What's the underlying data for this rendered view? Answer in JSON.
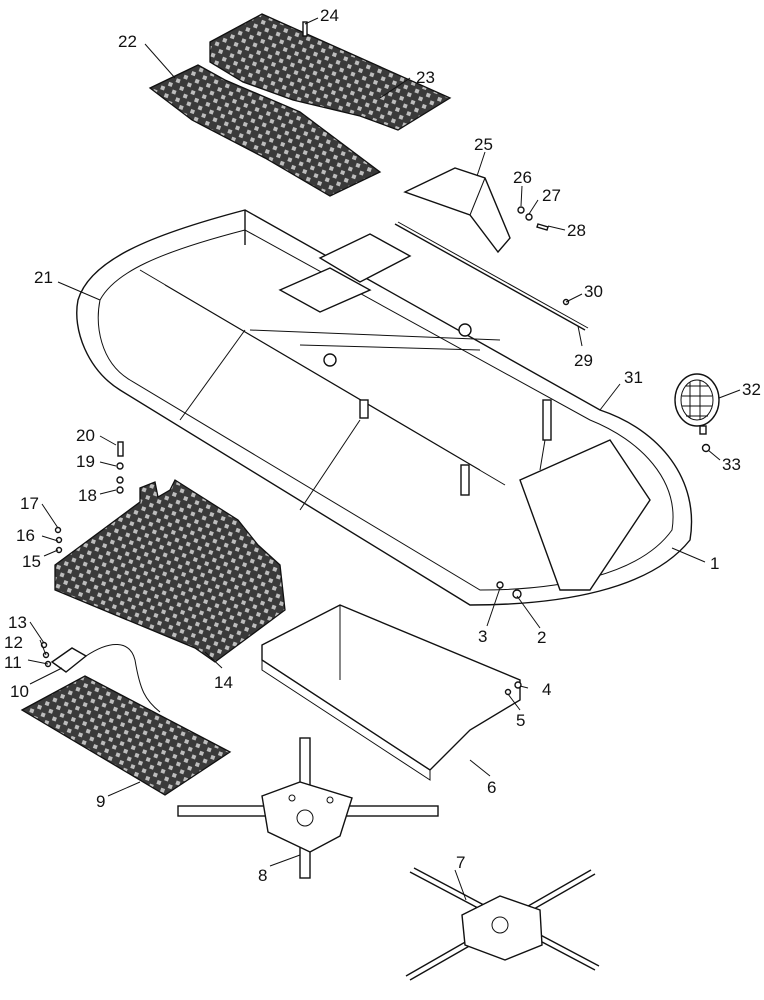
{
  "colors": {
    "line": "#111111",
    "background": "#ffffff"
  },
  "callouts": {
    "c1": "1",
    "c2": "2",
    "c3": "3",
    "c4": "4",
    "c5": "5",
    "c6": "6",
    "c7": "7",
    "c8": "8",
    "c9": "9",
    "c10": "10",
    "c11": "11",
    "c12": "12",
    "c13": "13",
    "c14": "14",
    "c15": "15",
    "c16": "16",
    "c17": "17",
    "c18": "18",
    "c19": "19",
    "c20": "20",
    "c21": "21",
    "c22": "22",
    "c23": "23",
    "c24": "24",
    "c25": "25",
    "c26": "26",
    "c27": "27",
    "c28": "28",
    "c29": "29",
    "c30": "30",
    "c31": "31",
    "c32": "32",
    "c33": "33"
  }
}
